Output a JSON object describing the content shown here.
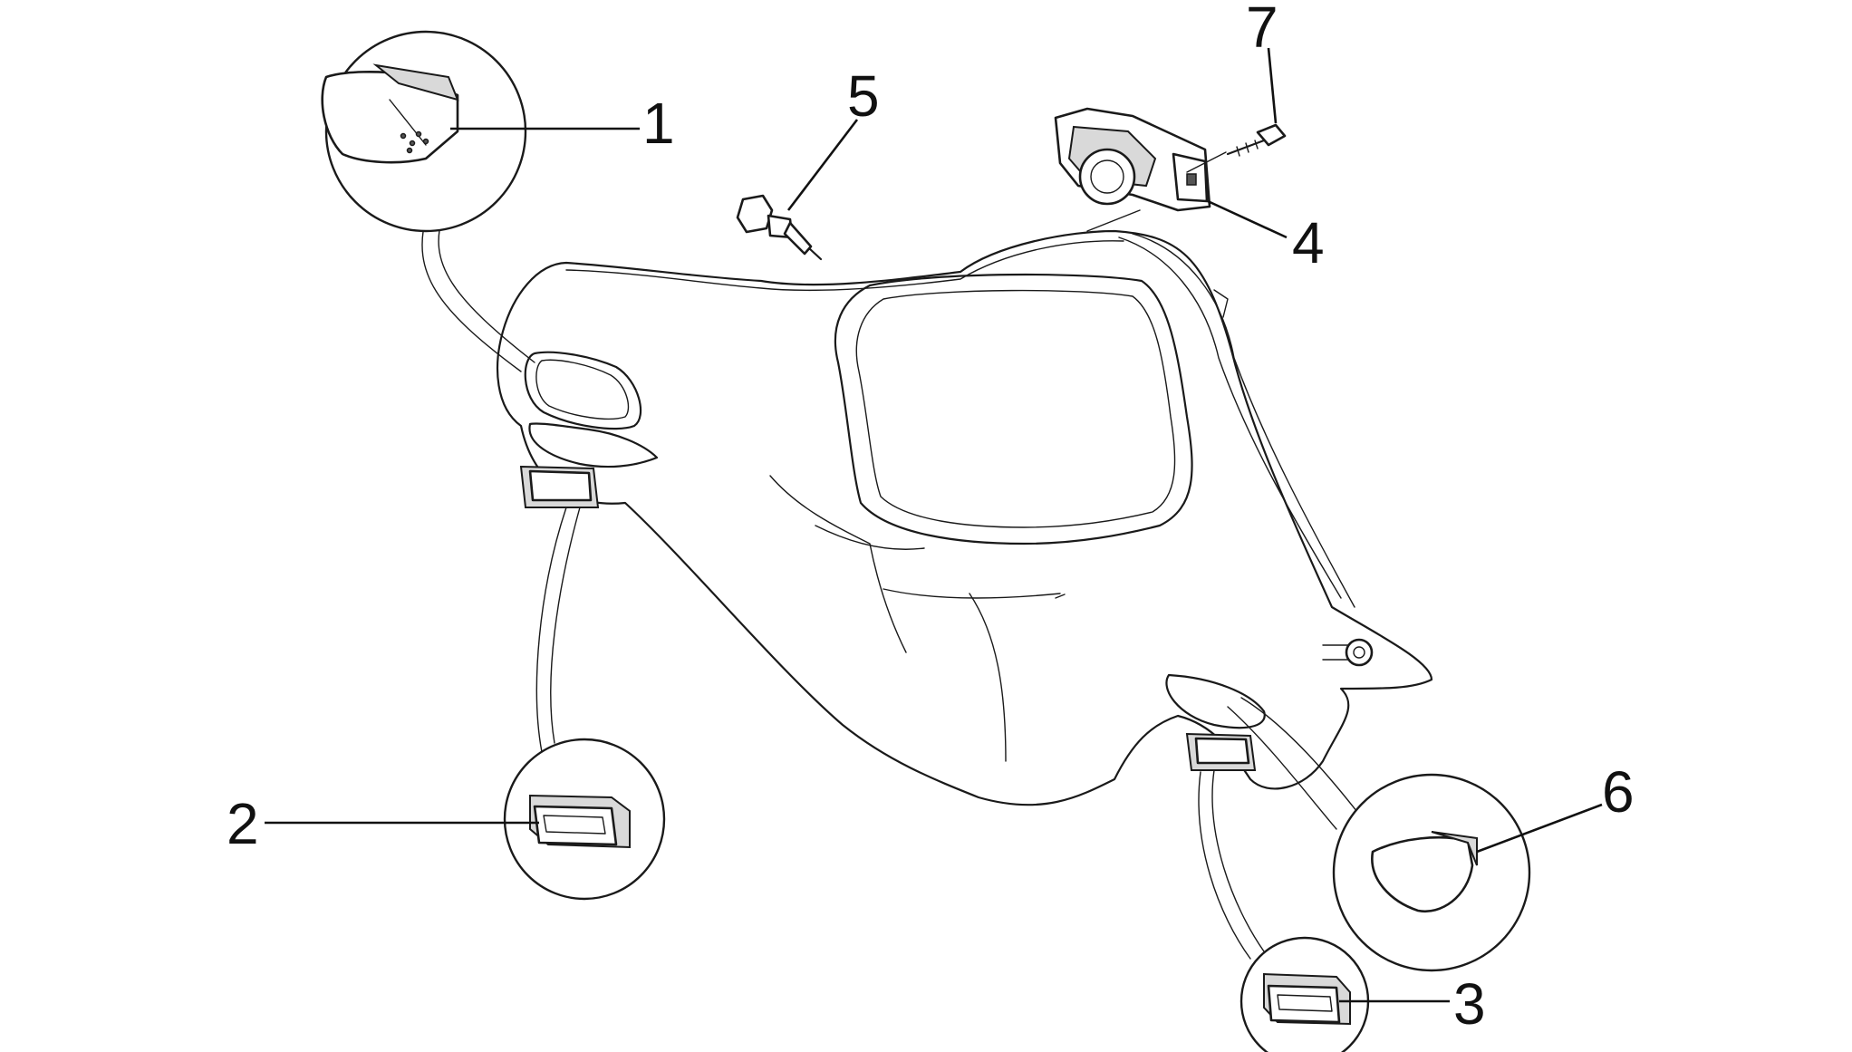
{
  "callouts": {
    "n1": "1",
    "n2": "2",
    "n3": "3",
    "n4": "4",
    "n5": "5",
    "n6": "6",
    "n7": "7"
  },
  "colors": {
    "line": "#1a1a1a",
    "background": "#ffffff"
  }
}
